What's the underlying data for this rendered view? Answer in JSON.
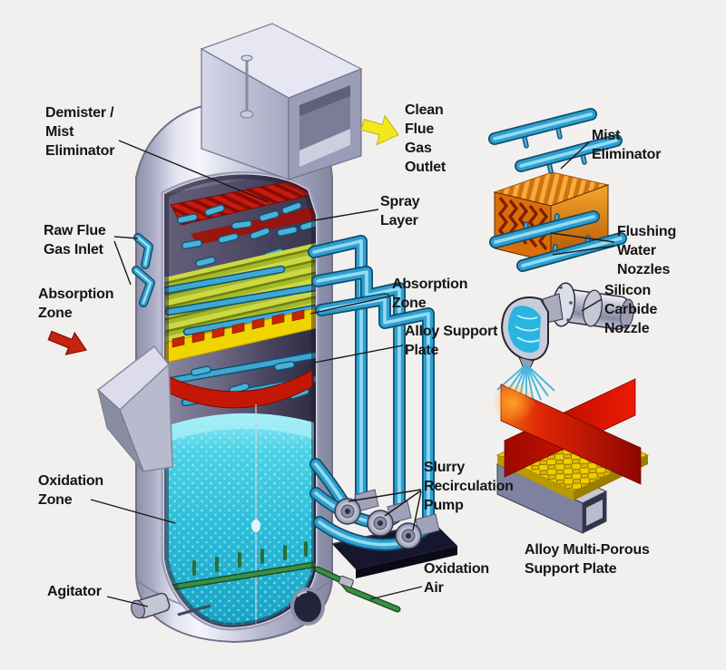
{
  "diagram": {
    "subject": "Flue gas desulfurization scrubber tower cutaway with component detail views",
    "background_color": "#f2f0ee",
    "text_color": "#151515"
  },
  "labels": {
    "demister": "Demister /\nMist\nEliminator",
    "raw_flue_gas_inlet": "Raw Flue\nGas Inlet",
    "absorption_zone_left": "Absorption\nZone",
    "oxidation_zone": "Oxidation\nZone",
    "agitator": "Agitator",
    "clean_flue_gas_outlet": "Clean\nFlue\nGas\nOutlet",
    "spray_layer": "Spray\nLayer",
    "absorption_zone_right": "Absorption\nZone",
    "alloy_support_plate": "Alloy Support\nPlate",
    "slurry_recirculation_pump": "Slurry\nRecirculation\nPump",
    "oxidation_air": "Oxidation\nAir",
    "mist_eliminator": "Mist\nEliminator",
    "flushing_water_nozzles": "Flushing\nWater\nNozzles",
    "silicon_carbide_nozzle": "Silicon\nCarbide\nNozzle",
    "alloy_multi_porous_support_plate": "Alloy Multi-Porous\nSupport Plate"
  },
  "icons": {
    "clean_gas_arrow": {
      "shape": "right-arrow",
      "color": "#f2e81c"
    },
    "absorption_flow_arrow": {
      "shape": "down-right-arrow",
      "color": "#c62310"
    }
  },
  "colors": {
    "tower_shell": "#c9cbdd",
    "interior": "#47435e",
    "demister_red": "#c61a10",
    "spray_pipes_green": "#ccd944",
    "support_plate_yellow": "#eecf00",
    "pipe_blue": "#2f9fd0",
    "slurry_cyan": "#3cc8dc",
    "oxidation_pipe_green": "#379043",
    "mist_eliminator_orange": "#e07d10"
  }
}
